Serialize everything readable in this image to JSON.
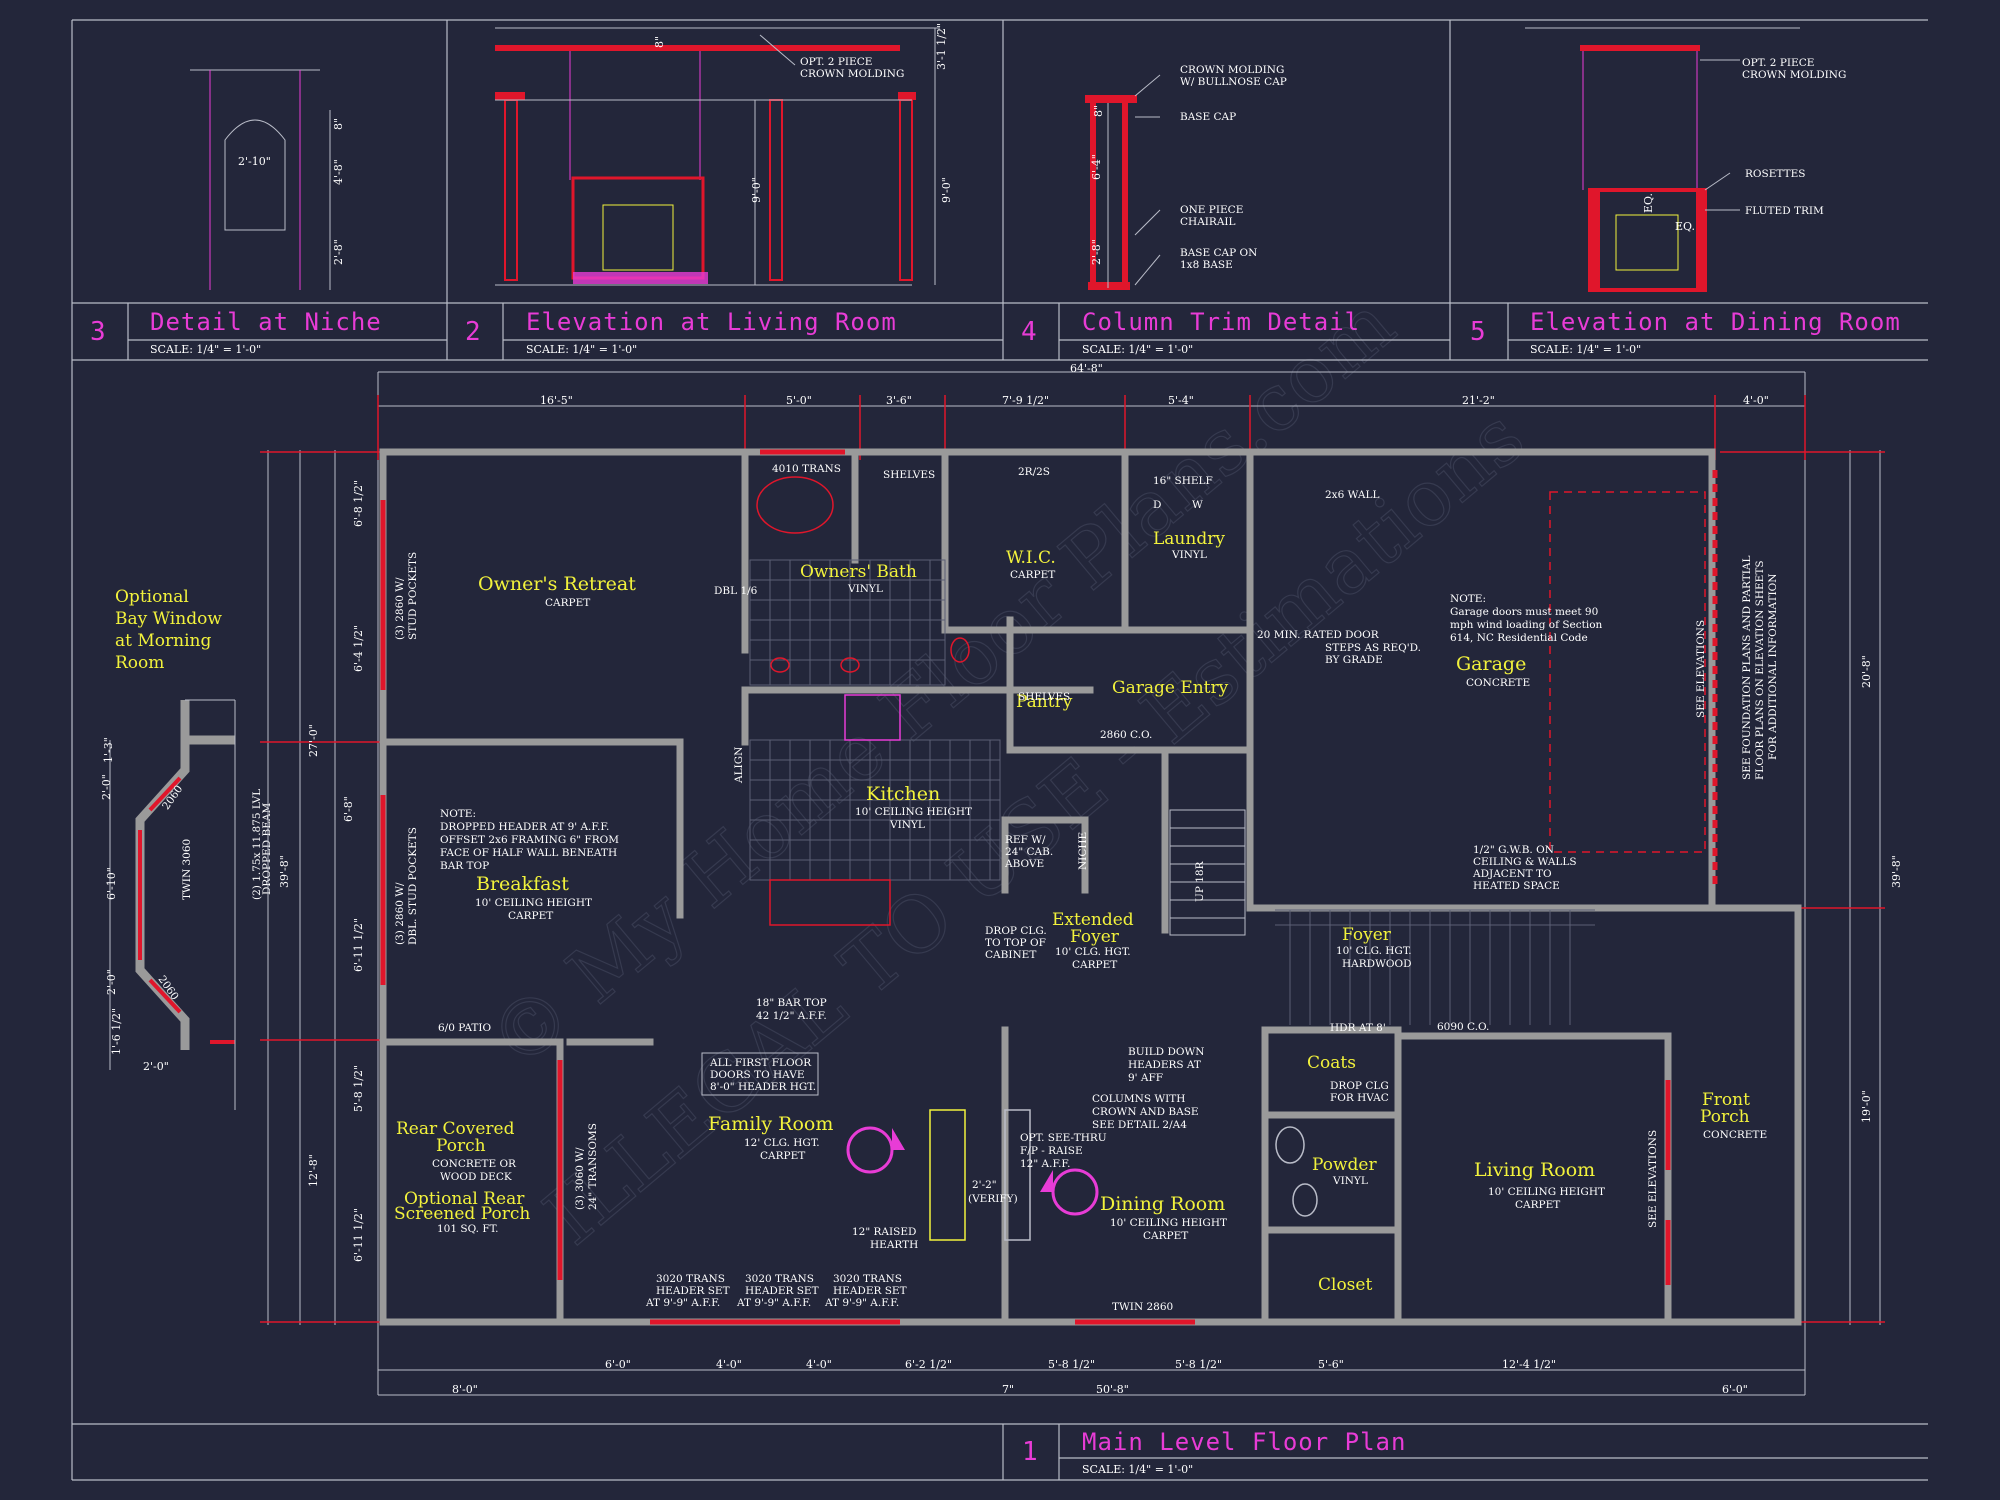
{
  "colors": {
    "background": "#23263a",
    "wall": "#9a9a9a",
    "accent_red": "#e0162b",
    "accent_magenta": "#e83cd6",
    "room_label": "#f2f23c",
    "line": "#b9bcc8"
  },
  "watermark": {
    "line1": "© My Home Floor Plans.com",
    "line2": "ILLEGAL TO USE - Estimations",
    "line3": "MyHomeFloorPlans.com"
  },
  "details": [
    {
      "number": "3",
      "title": "Detail at Niche",
      "scale": "SCALE: 1/4\" = 1'-0\"",
      "dims": [
        "2'-10\"",
        "8\"",
        "4'-8\"",
        "2'-8\""
      ]
    },
    {
      "number": "2",
      "title": "Elevation at Living Room",
      "scale": "SCALE: 1/4\" = 1'-0\"",
      "dims": [
        "8\"",
        "3'-1 1/2\"",
        "9'-0\"",
        "9'-0\""
      ],
      "notes": [
        "OPT. 2 PIECE",
        "CROWN MOLDING"
      ]
    },
    {
      "number": "4",
      "title": "Column Trim Detail",
      "scale": "SCALE: 1/4\" = 1'-0\"",
      "dims": [
        "8\"",
        "6'-4\"",
        "2'-8\""
      ],
      "notes": [
        "CROWN MOLDING",
        "W/ BULLNOSE CAP",
        "BASE CAP",
        "ONE PIECE",
        "CHAIRAIL",
        "BASE CAP ON",
        "1x8 BASE"
      ]
    },
    {
      "number": "5",
      "title": "Elevation at Dining Room",
      "scale": "SCALE: 1/4\" = 1'-0\"",
      "dims": [
        "EQ.",
        "EQ."
      ],
      "notes": [
        "OPT. 2 PIECE",
        "CROWN MOLDING",
        "ROSETTES",
        "FLUTED TRIM"
      ]
    }
  ],
  "main_plan": {
    "number": "1",
    "title": "Main Level Floor Plan",
    "scale": "SCALE: 1/4\" = 1'-0\""
  },
  "bay_window": {
    "label": [
      "Optional",
      "Bay Window",
      "at Morning",
      "Room"
    ],
    "dims": [
      "1'-3\"",
      "2'-0\"",
      "6'-10\"",
      "2'-0\"",
      "1'-6 1/2\"",
      "2'-0\""
    ],
    "notes": [
      "TWIN 3060",
      "2060",
      "2060",
      "(2) 1.75x 11.875 LVL",
      "DROPPED BEAM"
    ]
  },
  "rooms": {
    "owners_retreat": {
      "name": "Owner's Retreat",
      "sub": "CARPET"
    },
    "owners_bath": {
      "name": "Owners' Bath",
      "sub": "VINYL"
    },
    "wic": {
      "name": "W.I.C.",
      "sub": "CARPET"
    },
    "laundry": {
      "name": "Laundry",
      "sub": "VINYL"
    },
    "garage": {
      "name": "Garage",
      "sub": "CONCRETE"
    },
    "pantry": {
      "name": "Pantry"
    },
    "garage_entry": {
      "name": "Garage Entry"
    },
    "kitchen": {
      "name": "Kitchen",
      "sub1": "10' CEILING HEIGHT",
      "sub2": "VINYL"
    },
    "breakfast": {
      "name": "Breakfast",
      "sub1": "10' CEILING HEIGHT",
      "sub2": "CARPET"
    },
    "extended_foyer": {
      "name1": "Extended",
      "name2": "Foyer",
      "sub1": "10' CLG. HGT.",
      "sub2": "CARPET"
    },
    "foyer": {
      "name": "Foyer",
      "sub1": "10' CLG. HGT.",
      "sub2": "HARDWOOD"
    },
    "rear_porch": {
      "name1": "Rear Covered",
      "name2": "Porch",
      "sub1": "CONCRETE OR",
      "sub2": "WOOD DECK",
      "opt1": "Optional Rear",
      "opt2": "Screened Porch",
      "sqft": "101 SQ. FT."
    },
    "family_room": {
      "name": "Family Room",
      "sub1": "12' CLG. HGT.",
      "sub2": "CARPET"
    },
    "dining_room": {
      "name": "Dining Room",
      "sub1": "10' CEILING HEIGHT",
      "sub2": "CARPET"
    },
    "coats": {
      "name": "Coats"
    },
    "powder": {
      "name": "Powder",
      "sub": "VINYL"
    },
    "closet": {
      "name": "Closet"
    },
    "living_room": {
      "name": "Living Room",
      "sub1": "10' CEILING HEIGHT",
      "sub2": "CARPET"
    },
    "front_porch": {
      "name1": "Front",
      "name2": "Porch",
      "sub": "CONCRETE"
    }
  },
  "overall_dims": {
    "top_total": "64'-8\"",
    "top": [
      "16'-5\"",
      "5'-0\"",
      "3'-6\"",
      "7'-9 1/2\"",
      "5'-4\"",
      "21'-2\"",
      "4'-0\""
    ],
    "bottom_inner": [
      "6'-0\"",
      "4'-0\"",
      "4'-0\"",
      "6'-2 1/2\"",
      "5'-8 1/2\"",
      "5'-8 1/2\"",
      "5'-6\"",
      "12'-4 1/2\""
    ],
    "bottom_outer": [
      "8'-0\"",
      "7\"",
      "50'-8\"",
      "6'-0\""
    ],
    "left_outer": [
      "27'-0\"",
      "12'-8\""
    ],
    "left_total": "39'-8\"",
    "left_inner": [
      "6'-8 1/2\"",
      "6'-4 1/2\"",
      "6'-8\"",
      "6'-11 1/2\"",
      "5'-8 1/2\"",
      "6'-11 1/2\""
    ],
    "right": [
      "39'-8\"",
      "20'-8\"",
      "19'-0\""
    ]
  },
  "notes": {
    "dropped_header": [
      "NOTE:",
      "DROPPED HEADER AT 9' A.F.F.",
      "OFFSET 2x6 FRAMING 6\" FROM",
      "FACE OF HALF WALL BENEATH",
      "BAR TOP"
    ],
    "garage_note": [
      "NOTE:",
      "Garage doors must meet 90",
      "mph wind loading of Section",
      "614, NC Residential Code"
    ],
    "first_floor_doors": [
      "ALL FIRST FLOOR",
      "DOORS TO HAVE",
      "8'-0\" HEADER HGT."
    ],
    "build_down": [
      "BUILD DOWN",
      "HEADERS AT",
      "9' AFF"
    ],
    "columns": [
      "COLUMNS WITH",
      "CROWN AND BASE",
      "SEE DETAIL 2/A4"
    ],
    "see_thru": [
      "OPT. SEE-THRU",
      "F/P - RAISE",
      "12\" A.F.F."
    ],
    "raised_hearth": [
      "12\" RAISED",
      "HEARTH"
    ],
    "bar_top": [
      "18\" BAR TOP",
      "42 1/2\" A.F.F."
    ],
    "drop_clg": [
      "DROP CLG.",
      "TO TOP OF",
      "CABINET"
    ],
    "gwb": [
      "1/2\" G.W.B. ON",
      "CEILING & WALLS",
      "ADJACENT TO",
      "HEATED SPACE"
    ],
    "rated_door": [
      "20 MIN. RATED DOOR",
      "STEPS AS REQ'D.",
      "BY GRADE"
    ],
    "see_elev": [
      "SEE FOUNDATION PLANS AND PARTIAL",
      "FLOOR PLANS ON ELEVATION SHEETS",
      "FOR ADDITIONAL INFORMATION"
    ],
    "transoms": [
      "3020 TRANS",
      "HEADER SET",
      "AT 9'-9\" A.F.F."
    ],
    "ref": [
      "REF W/",
      "24\" CAB.",
      "ABOVE"
    ],
    "drop_clg_hvac": [
      "DROP CLG",
      "FOR HVAC"
    ]
  },
  "labels": {
    "shelves": "SHELVES",
    "shelf16": "16\" SHELF",
    "wall2x6": "2x6 WALL",
    "trans4010": "4010 TRANS",
    "twin2860": "TWIN 2860",
    "patio": "6/0 PATIO",
    "door6090": "6090 C.O.",
    "door2860": "2860 C.O.",
    "hdr": "HDR AT 8'",
    "see_elevations": "SEE ELEVATIONS",
    "stud2860a": "(3) 2860 W/",
    "stud2860b": "STUD POCKETS",
    "stud2860c": "DBL. STUD POCKETS",
    "w3060a": "(3) 3060 W/",
    "w3060b": "24\" TRANSOMS",
    "niche": "NICHE",
    "verify": "(VERIFY)",
    "dbl16": "DBL 1/6",
    "up": "UP 18R",
    "align": "ALIGN",
    "x22": "2'-2\"",
    "x2r2s": "2R/2S",
    "d": "D",
    "w": "W",
    "eq": "EQ."
  }
}
